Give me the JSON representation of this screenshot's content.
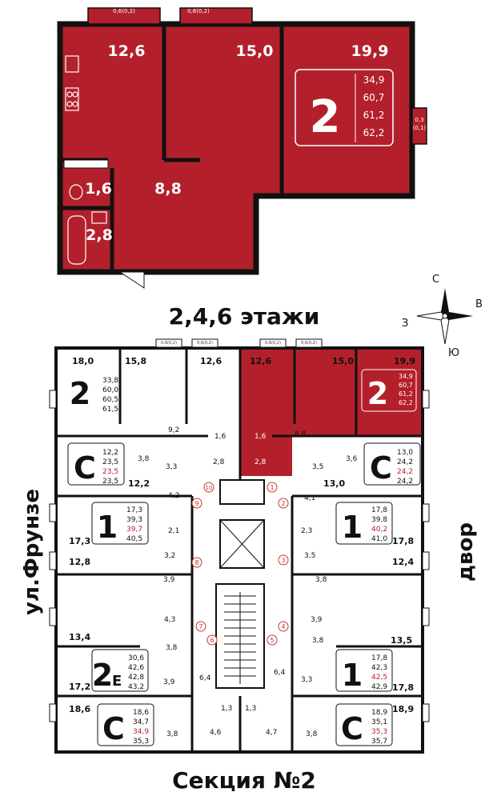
{
  "colors": {
    "highlight": "#b3202c",
    "wall": "#111111",
    "background": "#ffffff"
  },
  "top_plan": {
    "balconies": [
      "0,6(0,2)",
      "0,6(0,2)"
    ],
    "side_balcony": [
      "0,3",
      "(0,1)"
    ],
    "rooms": [
      "12,6",
      "15,0",
      "19,9",
      "1,6",
      "8,8",
      "2,8"
    ],
    "apartment": {
      "type": "2",
      "areas": [
        "34,9",
        "60,7",
        "61,2",
        "62,2"
      ]
    }
  },
  "floor_title": "2,4,6 этажи",
  "compass": {
    "n": "С",
    "e": "В",
    "w": "З",
    "s": "Ю"
  },
  "street_label": "ул.Фрунзе",
  "yard_label": "двор",
  "section_title": "Секция №2",
  "section": {
    "small_balcony": "0,6(0,2)",
    "a_top_left": {
      "type": "2",
      "areas": [
        "33,8",
        "60,0",
        "60,5",
        "61,5"
      ],
      "rooms": [
        "18,0",
        "15,8",
        "12,6",
        "9,2",
        "1,6",
        "2,8"
      ]
    },
    "a_top_right": {
      "type": "2",
      "areas": [
        "34,9",
        "60,7",
        "61,2",
        "62,2"
      ],
      "rooms": [
        "12,6",
        "15,0",
        "19,9",
        "1,6",
        "8,8",
        "2,8"
      ]
    },
    "s_left": {
      "type": "С",
      "areas": [
        "12,2",
        "23,5",
        "23,5",
        "23,5"
      ],
      "rooms": [
        "3,8",
        "3,3",
        "12,2",
        "4,2"
      ]
    },
    "s_right": {
      "type": "С",
      "areas": [
        "13,0",
        "24,2",
        "24,2",
        "24,2"
      ],
      "rooms": [
        "3,5",
        "3,6",
        "13,0",
        "4,1"
      ]
    },
    "one_left": {
      "type": "1",
      "areas": [
        "17,3",
        "39,3",
        "39,7",
        "40,5"
      ],
      "rooms": [
        "17,3",
        "2,1",
        "12,8",
        "3,2",
        "3,9"
      ]
    },
    "one_right": {
      "type": "1",
      "areas": [
        "17,8",
        "39,8",
        "40,2",
        "41,0"
      ],
      "rooms": [
        "2,3",
        "17,8",
        "3,5",
        "12,4",
        "3,8"
      ]
    },
    "two_e": {
      "type": "2",
      "suffix": "Е",
      "areas": [
        "30,6",
        "42,6",
        "42,8",
        "43,2"
      ],
      "rooms": [
        "4,3",
        "13,4",
        "3,8",
        "17,2",
        "3,9",
        "6,4"
      ]
    },
    "one_lower_right": {
      "type": "1",
      "areas": [
        "17,8",
        "42,3",
        "42,5",
        "42,9"
      ],
      "rooms": [
        "3,9",
        "3,8",
        "13,5",
        "6,4",
        "3,3",
        "17,8"
      ]
    },
    "s_bottom_left": {
      "type": "С",
      "areas": [
        "18,6",
        "34,7",
        "34,9",
        "35,3"
      ],
      "rooms": [
        "18,6",
        "3,8",
        "1,3",
        "4,6"
      ]
    },
    "s_bottom_right": {
      "type": "С",
      "areas": [
        "18,9",
        "35,1",
        "35,3",
        "35,7"
      ],
      "rooms": [
        "1,3",
        "4,7",
        "3,8",
        "18,9"
      ]
    },
    "apartment_numbers": [
      "1",
      "2",
      "3",
      "4",
      "5",
      "6",
      "7",
      "8",
      "9",
      "10"
    ]
  }
}
